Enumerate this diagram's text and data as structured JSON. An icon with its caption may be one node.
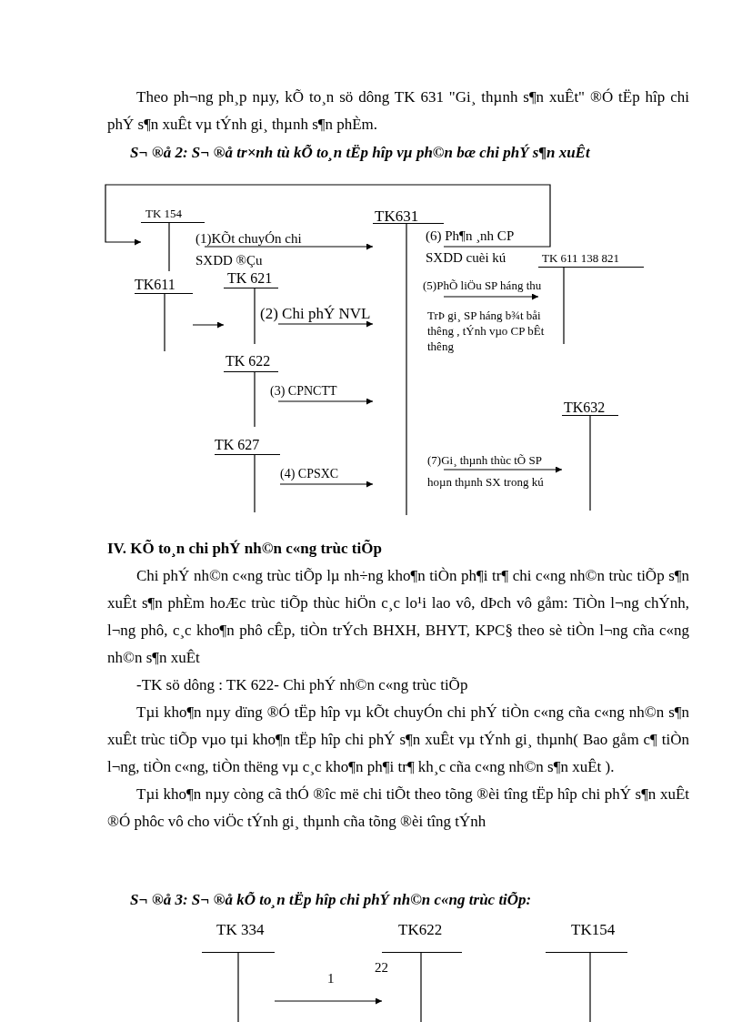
{
  "diagram": {
    "nodes": [
      {
        "text": [
          "TK 154"
        ]
      },
      {
        "text": [
          "TK631"
        ]
      },
      {
        "text": [
          "TK 611 138 821"
        ]
      },
      {
        "text": [
          "TK 621"
        ]
      },
      {
        "text": [
          "TK611"
        ]
      },
      {
        "text": [
          "TK 622"
        ]
      },
      {
        "text": [
          "TK632"
        ]
      },
      {
        "text": [
          "TK 627"
        ]
      },
      {
        "text": [
          "TK 334"
        ]
      },
      {
        "text": [
          "TK622"
        ]
      },
      {
        "text": [
          "TK154"
        ]
      }
    ],
    "edges": [
      {
        "from": 1,
        "to": 0,
        "arrow": "to",
        "label": "(6) Ph¶n ¸nh CP SXDD cuèi kú"
      },
      {
        "from": 0,
        "to": 1,
        "arrow": "to",
        "label": "(1)KÕt chuyÓn chi SXDD ®Çu"
      },
      {
        "from": 4,
        "to": 3,
        "arrow": "to"
      },
      {
        "from": 3,
        "to": 1,
        "arrow": "to",
        "label": "(2) Chi phÝ NVL"
      },
      {
        "from": 5,
        "to": 1,
        "arrow": "to",
        "label": "(3) CPNCTT"
      },
      {
        "from": 7,
        "to": 1,
        "arrow": "to",
        "label": "(4) CPSXC"
      },
      {
        "from": 1,
        "to": 2,
        "arrow": "to",
        "label": "(5)PhÕ liÖu SP háng thu"
      },
      {
        "from": 1,
        "to": 6,
        "arrow": "to",
        "label": "(7)Gi¸ thµnh thùc tÕ SP hoµn thµnh SX trong kú"
      },
      {
        "from": 8,
        "to": 9,
        "arrow": "to",
        "label": "1"
      }
    ],
    "labels": [
      "Theo ph¬ng ph¸p nµy, kÕ to¸n sö dông TK 631 \"Gi¸ thµnh s¶n xuÊt\" ®Ó tËp hîp chi phÝ s¶n xuÊt vµ tÝnh gi¸ thµnh s¶n phÈm.",
      "S¬ ®å 2: S¬ ®å tr×nh tù kÕ to¸n tËp hîp vµ ph©n bæ chi phÝ s¶n xuÊt",
      "TrÞ gi¸ SP háng b¾t båi thêng , tÝnh vµo CP bÊt thêng",
      "IV. KÕ to¸n chi phÝ nh©n c«ng trùc tiÕp",
      "Chi phÝ nh©n c«ng trùc tiÕp lµ nh÷ng kho¶n tiÒn ph¶i tr¶ chi c«ng nh©n trùc tiÕp s¶n xuÊt s¶n phÈm hoÆc trùc tiÕp thùc hiÖn c¸c lo¹i lao vô, dÞch vô gåm: TiÒn l¬ng chÝnh, l¬ng phô, c¸c kho¶n phô cÊp, tiÒn trÝch BHXH, BHYT, KPC§ theo sè tiÒn l¬ng cña c«ng nh©n s¶n xuÊt",
      "-TK sö dông : TK 622- Chi phÝ nh©n c«ng trùc tiÕp",
      "Tµi kho¶n nµy dïng ®Ó tËp hîp vµ kÕt chuyÓn chi phÝ tiÒn c«ng cña c«ng nh©n s¶n xuÊt trùc tiÕp vµo tµi kho¶n tËp hîp chi phÝ s¶n xuÊt vµ tÝnh gi¸ thµnh( Bao gåm c¶ tiÒn l¬ng, tiÒn c«ng, tiÒn thëng vµ c¸c kho¶n ph¶i tr¶ kh¸c cña c«ng nh©n s¶n xuÊt ).",
      "Tµi kho¶n nµy còng cã thÓ ®îc më chi tiÕt theo tõng ®èi tîng tËp hîp chi phÝ s¶n xuÊt ®Ó phôc vô cho viÖc tÝnh gi¸ thµnh cña tõng ®èi tîng tÝnh",
      "S¬ ®å 3: S¬ ®å kÕ to¸n tËp hîp chi phÝ nh©n c«ng trùc tiÕp:",
      "22"
    ]
  }
}
